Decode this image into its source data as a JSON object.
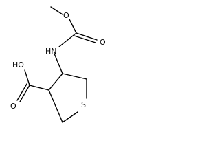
{
  "molecule": {
    "atoms": {
      "methyl_oxygen": "O",
      "carbonyl_oxygen_carbamate": "O",
      "amine": "HN",
      "acid_hydroxyl": "HO",
      "acid_carbonyl_oxygen": "O",
      "ring_sulfur": "S"
    }
  }
}
